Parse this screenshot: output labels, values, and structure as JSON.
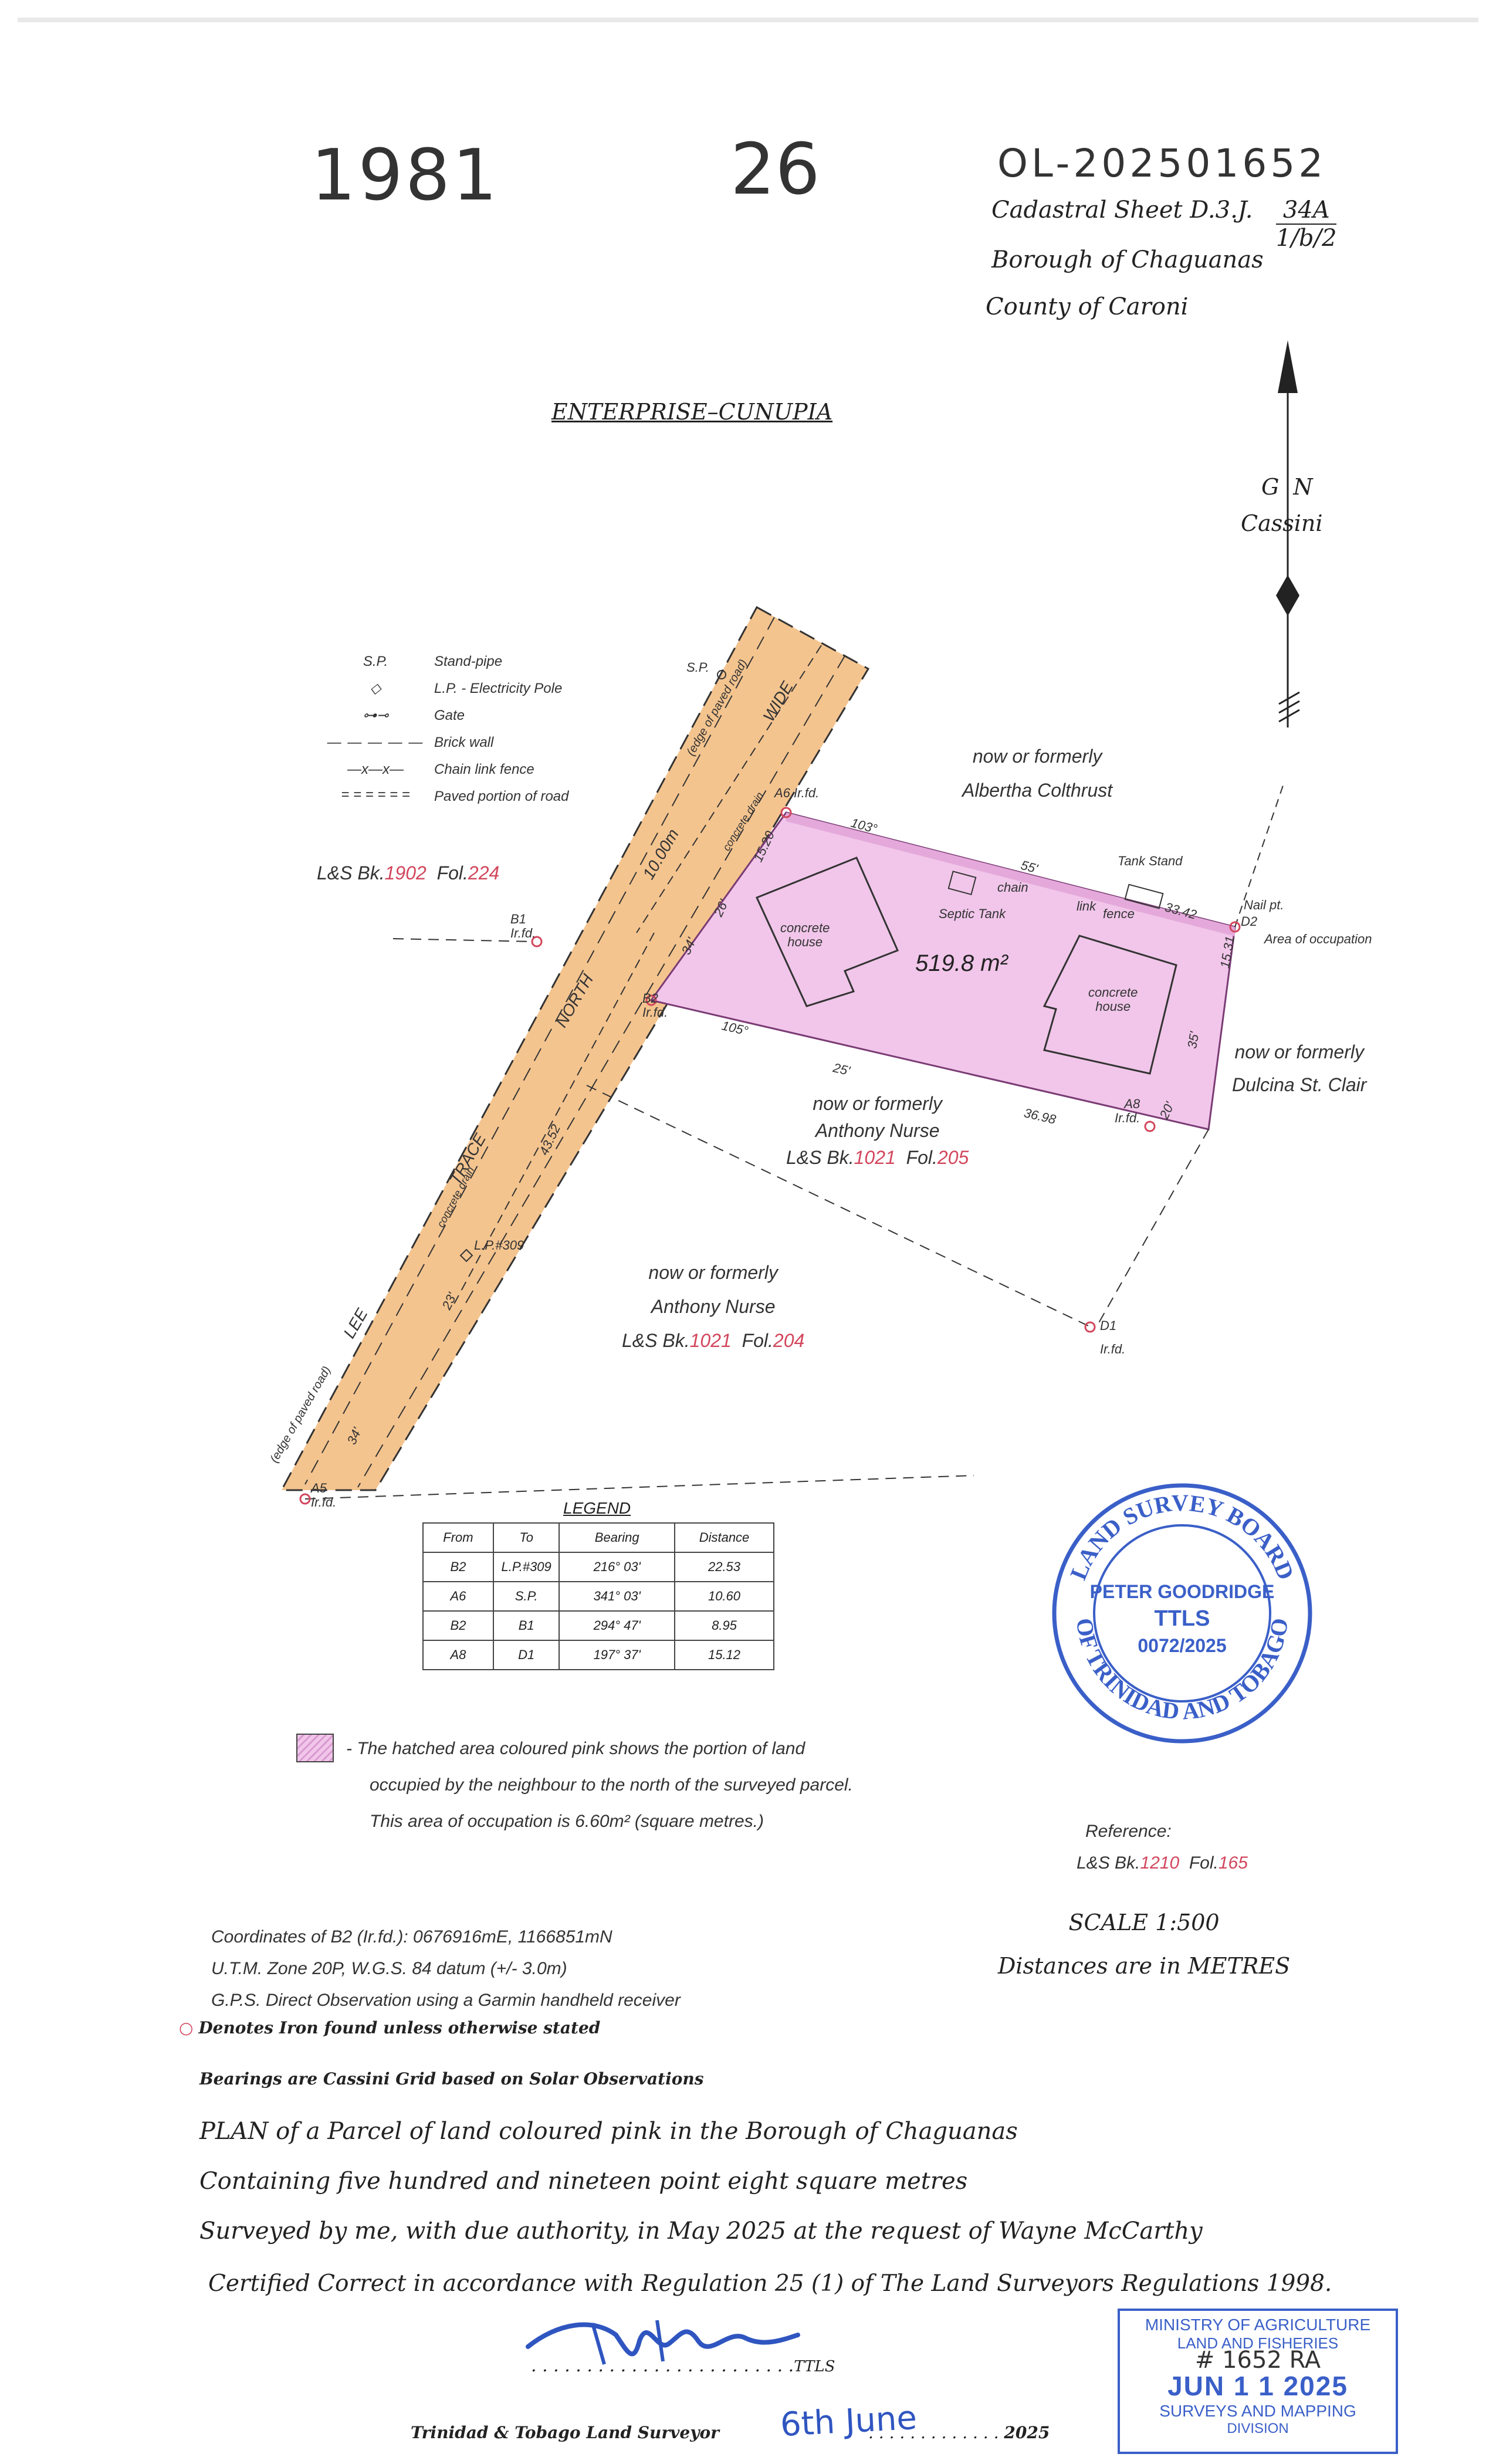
{
  "header": {
    "num_left": "1981",
    "num_mid": "26",
    "reference_code": "OL-202501652",
    "cadastral_label": "Cadastral Sheet D.3.J.",
    "cadastral_num": "34A",
    "cadastral_den": "1/b/2",
    "borough": "Borough of Chaguanas",
    "county": "County of Caroni"
  },
  "north": {
    "gn": "G N",
    "cassini": "Cassini"
  },
  "site_name": "ENTERPRISE–CUNUPIA",
  "key": [
    {
      "symbol": "S.P.",
      "label": "Stand-pipe"
    },
    {
      "symbol": "diamond-icon",
      "label": "L.P. - Electricity Pole"
    },
    {
      "symbol": "gate-icon",
      "label": "Gate"
    },
    {
      "symbol": "dashed-line",
      "label": "Brick wall"
    },
    {
      "symbol": "—x—x—",
      "label": "Chain link fence"
    },
    {
      "symbol": "double-dashed",
      "label": "Paved portion of road"
    }
  ],
  "plan": {
    "area_label": "519.8 m²",
    "road_labels": [
      "LEE",
      "TRACE",
      "NORTH",
      "10.00m",
      "WIDE"
    ],
    "road_edges": [
      "(edge of paved road)",
      "(edge of paved road)",
      "concrete drain",
      "concrete drain"
    ],
    "neighbour_north_1": "now or formerly",
    "neighbour_north_2": "Albertha Colthrust",
    "neighbour_east_1": "now or formerly",
    "neighbour_east_2": "Dulcina St. Clair",
    "neighbour_south_1": "now or formerly",
    "neighbour_south_2": "Anthony Nurse",
    "neighbour_south_ref_prefix": "L&S Bk.",
    "neighbour_south_bk": "1021",
    "neighbour_south_fol_prefix": "Fol.",
    "neighbour_south_fol": "205",
    "neighbour_sw_1": "now or formerly",
    "neighbour_sw_2": "Anthony Nurse",
    "neighbour_sw_bk": "1021",
    "neighbour_sw_fol": "204",
    "west_ref_bk": "1902",
    "west_ref_fol": "224",
    "house1": [
      "concrete",
      "house"
    ],
    "house2": [
      "concrete",
      "house"
    ],
    "septic": "Septic Tank",
    "tank_stand": "Tank Stand",
    "nail_pt": "Nail pt.",
    "occupation": "Area of occupation",
    "fence_words": [
      "chain",
      "link",
      "fence"
    ],
    "points": {
      "b1": "B1",
      "b2": "B2",
      "a5": "A5",
      "a6": "A6",
      "a8": "A8",
      "d1": "D1",
      "d2": "D2",
      "sp": "S.P.",
      "lp": "L.P.#309",
      "irfd": "Ir.fd."
    },
    "dims": {
      "north_side": "33.42",
      "north_b": "103°",
      "north_c": "55'",
      "east_side": "15.31",
      "east_b": "35'",
      "south_b": "105°",
      "south_c": "25'",
      "south_side": "36.98",
      "sw_side": "20'",
      "west_side": "15.20",
      "west_b1": "26'",
      "west_b2": "34'",
      "road_len": "43.52",
      "road_b": "23'",
      "road_c": "34'"
    }
  },
  "legend_table": {
    "title": "LEGEND",
    "headers": [
      "From",
      "To",
      "Bearing",
      "Distance"
    ],
    "rows": [
      [
        "B2",
        "L.P.#309",
        "216° 03'",
        "22.53"
      ],
      [
        "A6",
        "S.P.",
        "341° 03'",
        "10.60"
      ],
      [
        "B2",
        "B1",
        "294° 47'",
        "8.95"
      ],
      [
        "A8",
        "D1",
        "197° 37'",
        "15.12"
      ]
    ]
  },
  "hatch_note": {
    "line1": "- The hatched area coloured pink shows the portion of land",
    "line2": "occupied by the neighbour to the north of the surveyed parcel.",
    "line3": "This area of occupation is 6.60m² (square metres.)"
  },
  "stamp": {
    "top": "LAND SURVEY BOARD",
    "bottom": "OF TRINIDAD AND TOBAGO",
    "name": "PETER GOODRIDGE",
    "title": "TTLS",
    "number": "0072/2025"
  },
  "reference": {
    "label": "Reference:",
    "prefix": "L&S Bk.",
    "bk": "1210",
    "fol_prefix": "Fol.",
    "fol": "165"
  },
  "scale": {
    "scale": "SCALE 1:500",
    "units": "Distances are in METRES"
  },
  "coords": {
    "line1": "Coordinates of B2 (Ir.fd.): 0676916mE, 1166851mN",
    "line2": "U.T.M. Zone 20P, W.G.S. 84 datum (+/- 3.0m)",
    "line3": "G.P.S. Direct Observation using a Garmin handheld receiver"
  },
  "notes": {
    "iron": "Denotes Iron found unless otherwise stated",
    "bearings": "Bearings are Cassini Grid based on Solar Observations"
  },
  "certification": {
    "line1": "PLAN of a Parcel of land coloured pink in the Borough of Chaguanas",
    "line2": "Containing five hundred and nineteen point eight square metres",
    "line3": "Surveyed by me, with due authority, in May 2025 at the request of Wayne McCarthy",
    "line4": "Certified Correct in accordance with Regulation 25 (1) of The Land Surveyors Regulations 1998."
  },
  "signature": {
    "dots": ". . . . . . . . . . . . . . . . . . . . . . . .",
    "ttls": "TTLS",
    "surveyor": "Trinidad & Tobago Land Surveyor",
    "date_hand": "6th June",
    "dots2": ". . . . . . . . . . . . .",
    "year": "2025"
  },
  "ministry_stamp": {
    "line1": "MINISTRY OF AGRICULTURE",
    "line2": "LAND AND FISHERIES",
    "ref": "# 1652 RA",
    "date": "JUN 1 1 2025",
    "line3": "SURVEYS AND MAPPING",
    "line4": "DIVISION"
  },
  "colors": {
    "road": "#f4c48f",
    "parcel": "#f1c6ea",
    "red_text": "#d2465c",
    "stamp_blue": "#3a5fc8"
  }
}
